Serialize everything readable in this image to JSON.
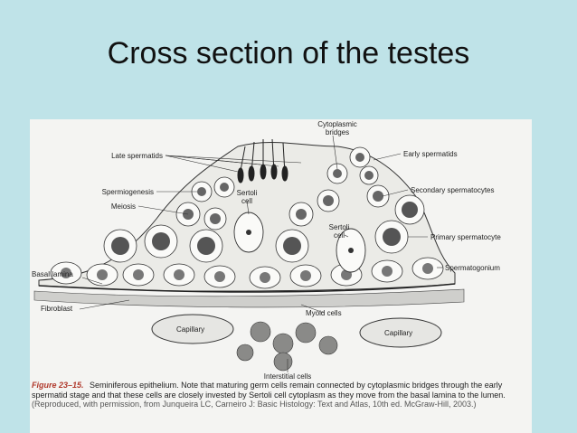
{
  "slide": {
    "title": "Cross section of the testes"
  },
  "labels": {
    "cytoplasmic_bridges": [
      "Cytoplasmic",
      "bridges"
    ],
    "late_spermatids": "Late spermatids",
    "early_spermatids": "Early spermatids",
    "spermiogenesis": "Spermiogenesis",
    "meiosis": "Meiosis",
    "sertoli_cell_1": [
      "Sertoli",
      "cell"
    ],
    "sertoli_cell_2": [
      "Sertoli",
      "cell"
    ],
    "secondary_spermatocytes": "Secondary spermatocytes",
    "primary_spermatocyte": "Primary spermatocyte",
    "spermatogonium": "Spermatogonium",
    "basal_lamina": "Basal lamina",
    "fibroblast": "Fibroblast",
    "myoid_cells": "Myoid cells",
    "capillary_left": "Capillary",
    "capillary_right": "Capillary",
    "interstitial_cells": "Interstitial cells"
  },
  "caption": {
    "figure_number": "Figure 23–15.",
    "text": "Seminiferous epithelium. Note that maturing germ cells remain connected by cytoplasmic bridges through the early spermatid stage and that these cells are closely invested by Sertoli cell cytoplasm as they move from the basal lamina to the lumen.",
    "reference": "(Reproduced, with permission, from Junqueira LC, Carneiro J: Basic Histology: Text and Atlas, 10th ed. McGraw-Hill, 2003.)"
  },
  "colors": {
    "background": "#bfe3e8",
    "panel": "#f4f4f2",
    "caption_accent": "#b0382b",
    "ink": "#222222"
  }
}
